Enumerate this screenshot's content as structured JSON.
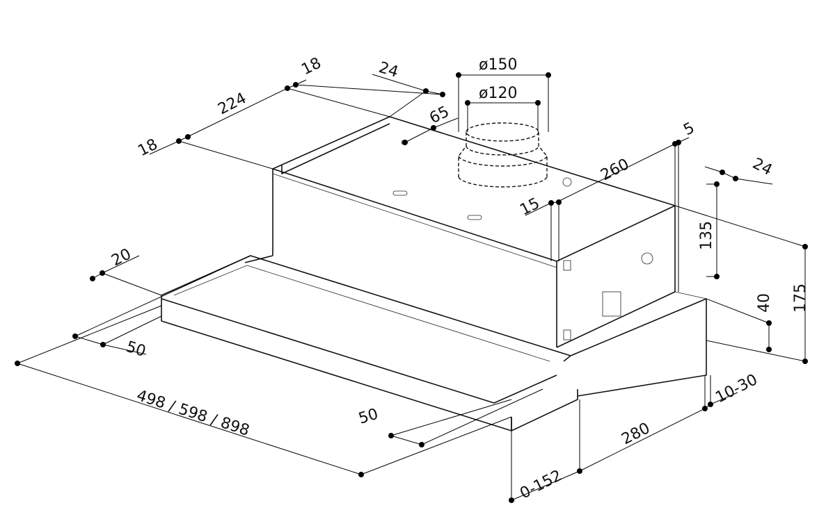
{
  "dimensions": {
    "top_left_18": "18",
    "width_224": "224",
    "left_18": "18",
    "offset_24": "24",
    "duct_150": "ø150",
    "duct_120": "ø120",
    "offset_65": "65",
    "right_5": "5",
    "depth_260": "260",
    "offset_15": "15",
    "right_24": "24",
    "height_135": "135",
    "height_175": "175",
    "height_40": "40",
    "front_20": "20",
    "left_50": "50",
    "width_total": "498 / 598 / 898",
    "bottom_50": "50",
    "range_10_30": "10-30",
    "depth_280": "280",
    "range_0_152": "0-152"
  }
}
